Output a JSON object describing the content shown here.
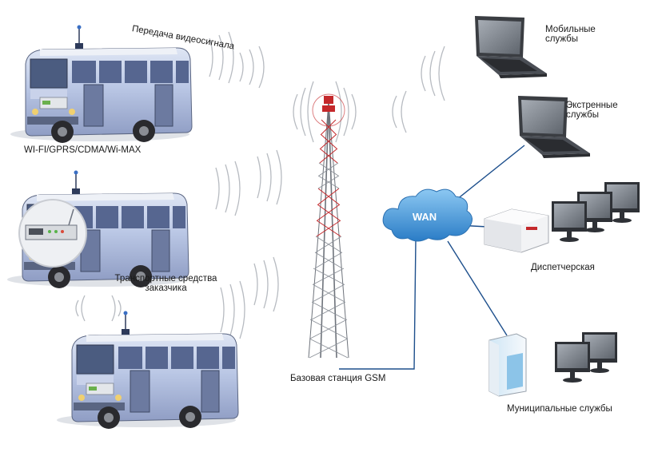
{
  "labels": {
    "video_signal": "Передача видеосигнала",
    "wireless_standards": "WI-FI/GPRS/CDMA/Wi-MAX",
    "customer_vehicles_line1": "Транспортные средства",
    "customer_vehicles_line2": "заказчика",
    "base_station": "Базовая станция GSM",
    "mobile_services_line1": "Мобильные",
    "mobile_services_line2": "службы",
    "emergency_services_line1": "Экстренные",
    "emergency_services_line2": "службы",
    "dispatch": "Диспетчерская",
    "municipal_services": "Муниципальные службы",
    "wan": "WAN"
  },
  "colors": {
    "bus_body": "#b9c6e4",
    "bus_roof": "#e6eaf2",
    "tower_red": "#c4282b",
    "tower_grey": "#6f747c",
    "cloud": "#3a8fd3",
    "link_line": "#1d4f8c",
    "signal_wave": "#b5b9bf"
  }
}
